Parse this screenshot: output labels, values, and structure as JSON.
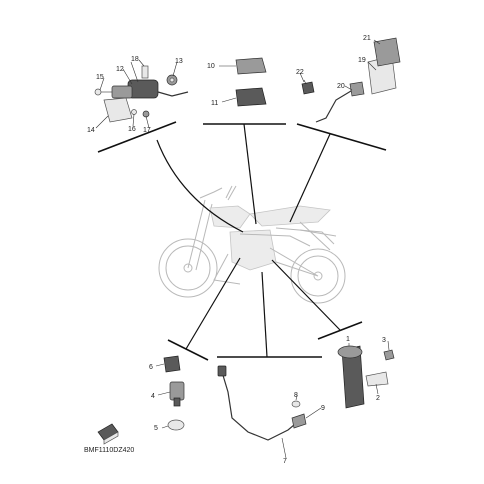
{
  "parts": [
    {
      "id": "p1",
      "label": "1"
    },
    {
      "id": "p2",
      "label": "2"
    },
    {
      "id": "p3",
      "label": "3"
    },
    {
      "id": "p4",
      "label": "4"
    },
    {
      "id": "p5",
      "label": "5"
    },
    {
      "id": "p6",
      "label": "6"
    },
    {
      "id": "p7",
      "label": "7"
    },
    {
      "id": "p8",
      "label": "8"
    },
    {
      "id": "p9",
      "label": "9"
    },
    {
      "id": "p10",
      "label": "10"
    },
    {
      "id": "p11",
      "label": "11"
    },
    {
      "id": "p12",
      "label": "12"
    },
    {
      "id": "p13",
      "label": "13"
    },
    {
      "id": "p14",
      "label": "14"
    },
    {
      "id": "p15",
      "label": "15"
    },
    {
      "id": "p16",
      "label": "16"
    },
    {
      "id": "p17",
      "label": "17"
    },
    {
      "id": "p18",
      "label": "18"
    },
    {
      "id": "p19",
      "label": "19"
    },
    {
      "id": "p20",
      "label": "20"
    },
    {
      "id": "p21",
      "label": "21"
    },
    {
      "id": "p22",
      "label": "22"
    }
  ],
  "diagram_code": "BMF1110DZ420"
}
